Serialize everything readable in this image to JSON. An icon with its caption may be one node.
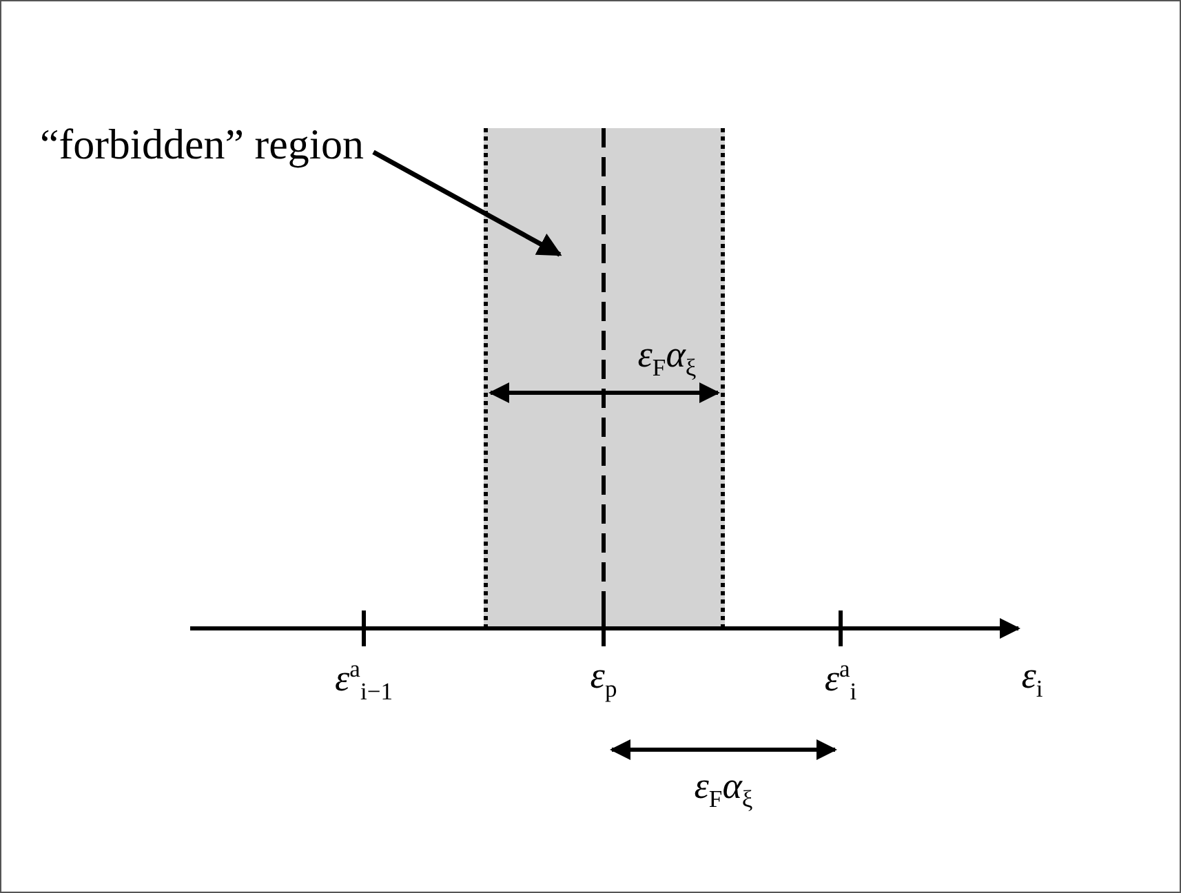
{
  "diagram": {
    "nodes": [
      {
        "text": [
          "“forbidden” region"
        ]
      },
      {
        "text": [],
        "shape": "box"
      }
    ],
    "edges": [
      {
        "from": 0,
        "to": 1,
        "arrow": "to"
      }
    ],
    "labels": [
      "*ε*$_{F}$*α*$_{ξ}$",
      "*ε*$^{a}$$_{i−1}$",
      "*ε*$_{p}$",
      "*ε*$^{a}$$_{i}$",
      "*ε*$_{i}$",
      "*ε*$_{F}$*α*$_{ξ}$"
    ]
  }
}
